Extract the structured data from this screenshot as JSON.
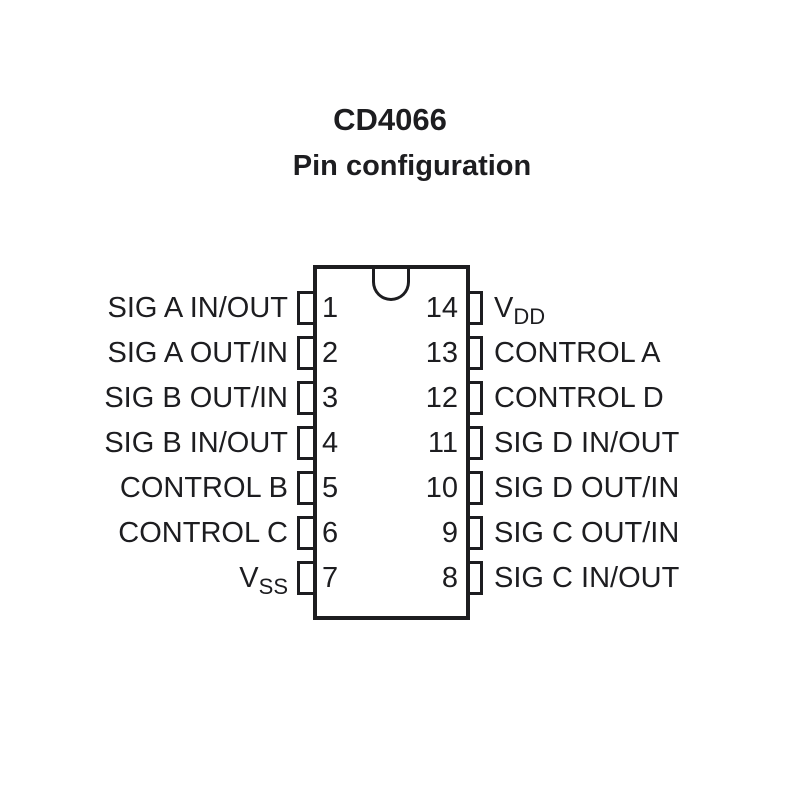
{
  "header": {
    "title": "CD4066",
    "subtitle": "Pin configuration"
  },
  "chip": {
    "left_pins": [
      {
        "number": "1",
        "label": "SIG A IN/OUT"
      },
      {
        "number": "2",
        "label": "SIG A OUT/IN"
      },
      {
        "number": "3",
        "label": "SIG B OUT/IN"
      },
      {
        "number": "4",
        "label": "SIG B IN/OUT"
      },
      {
        "number": "5",
        "label": "CONTROL B"
      },
      {
        "number": "6",
        "label": "CONTROL C"
      },
      {
        "number": "7",
        "label_main": "V",
        "label_sub": "SS"
      }
    ],
    "right_pins": [
      {
        "number": "14",
        "label_main": "V",
        "label_sub": "DD"
      },
      {
        "number": "13",
        "label": "CONTROL A"
      },
      {
        "number": "12",
        "label": "CONTROL D"
      },
      {
        "number": "11",
        "label": "SIG D IN/OUT"
      },
      {
        "number": "10",
        "label": "SIG D OUT/IN"
      },
      {
        "number": "9",
        "label": "SIG C OUT/IN"
      },
      {
        "number": "8",
        "label": "SIG C IN/OUT"
      }
    ]
  },
  "colors": {
    "ink": "#1d1d20",
    "background": "#ffffff"
  }
}
